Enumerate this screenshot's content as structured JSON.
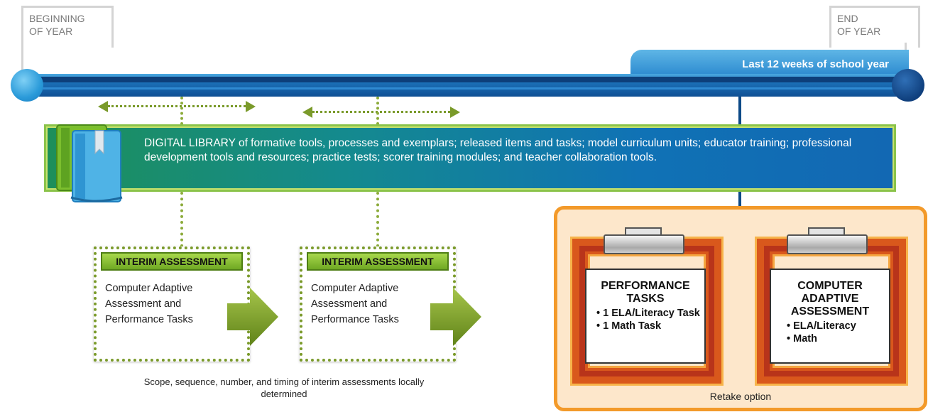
{
  "timeline": {
    "beginning_label": "BEGINNING\nOF YEAR",
    "end_label": "END\nOF YEAR",
    "last_weeks_label": "Last 12 weeks of school year"
  },
  "digital_library": {
    "text": "DIGITAL LIBRARY of formative tools, processes and exemplars; released items and tasks; model curriculum units; educator training; professional development tools and resources; practice tests; scorer training modules; and teacher collaboration tools."
  },
  "interim_assessments": [
    {
      "title": "INTERIM ASSESSMENT",
      "body": "Computer Adaptive Assessment and Performance Tasks"
    },
    {
      "title": "INTERIM ASSESSMENT",
      "body": "Computer Adaptive Assessment and Performance Tasks"
    }
  ],
  "interim_caption": "Scope, sequence, number, and timing of interim assessments locally determined",
  "summative": {
    "performance_tasks": {
      "title": "PERFORMANCE TASKS",
      "items": [
        "1 ELA/Literacy Task",
        "1 Math Task"
      ]
    },
    "computer_adaptive": {
      "title": "COMPUTER ADAPTIVE ASSESSMENT",
      "items": [
        "ELA/Literacy",
        "Math"
      ]
    },
    "retake_label": "Retake option"
  },
  "colors": {
    "timeline_blue": "#1b6fb6",
    "library_green": "#8bc34a",
    "interim_green": "#7a9a2a",
    "summative_orange": "#f39a2a"
  }
}
